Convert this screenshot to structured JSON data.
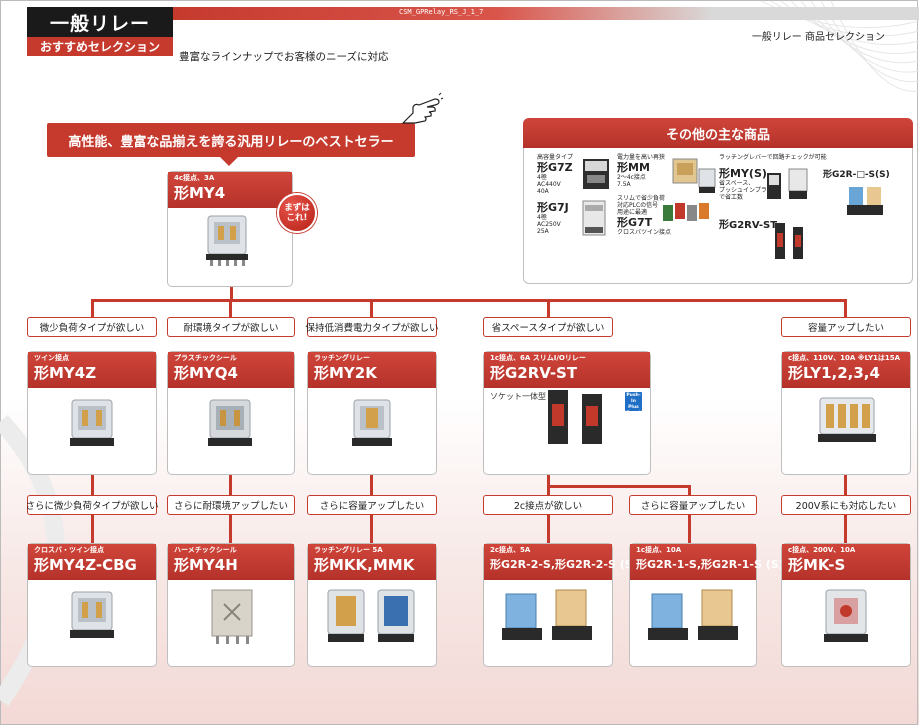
{
  "header": {
    "title": "一般リレー",
    "subtitle": "おすすめセレクション",
    "doc_code": "CSM_GPRelay_RS_J_1_7",
    "tagline": "一般リレー 商品セレクション",
    "lead": "豊富なラインナップでお客様のニーズに対応"
  },
  "headline": "高性能、豊富な品揃えを誇る汎用リレーのベストセラー",
  "main_product": {
    "caption": "4c接点、3A",
    "name": "形MY4",
    "badge_line1": "まずは",
    "badge_line2": "これ!"
  },
  "other_products": {
    "title": "その他の主な商品",
    "items": [
      {
        "caption": "高容量タイプ",
        "name": "形G7Z",
        "specs": [
          "4極",
          "AC440V",
          "40A"
        ]
      },
      {
        "caption": "",
        "name": "形G7J",
        "specs": [
          "4極",
          "AC250V",
          "25A"
        ]
      },
      {
        "caption": "電力量を高い再狭",
        "name": "形MM",
        "specs": [
          "2～4c接点",
          "7.5A"
        ]
      },
      {
        "caption": "スリムで省少負荷",
        "name": "形G7T",
        "specs": [
          "対応PLCの信号",
          "用途に最適",
          "クロスバツイン接点"
        ]
      },
      {
        "caption": "ラッチングレバーで回路チェックが可能",
        "name": "形MY(S)",
        "specs": [
          "省スペース、",
          "プッシュインプラス",
          "で省工数"
        ]
      },
      {
        "caption": "",
        "name": "形G2R-□-S(S)",
        "specs": []
      },
      {
        "caption": "",
        "name": "形G2RV-ST",
        "specs": []
      }
    ]
  },
  "needs": [
    {
      "label": "微少負荷タイプが欲しい"
    },
    {
      "label": "耐環境タイプが欲しい"
    },
    {
      "label": "保持低消費電力タイプが欲しい"
    },
    {
      "label": "省スペースタイプが欲しい"
    },
    {
      "label": "容量アップしたい"
    }
  ],
  "tier2": [
    {
      "caption": "ツイン接点",
      "name": "形MY4Z"
    },
    {
      "caption": "プラスチックシール",
      "name": "形MYQ4"
    },
    {
      "caption": "ラッチングリレー",
      "name": "形MY2K"
    },
    {
      "caption": "1c接点、6A スリムI/Oリレー",
      "name": "形G2RV-ST",
      "note": "ソケット一体型",
      "panel_tag": "Push-In Plus Panel"
    },
    {
      "caption": "c接点、110V、10A ※LY1は15A",
      "name": "形LY1,2,3,4"
    }
  ],
  "needs2": [
    {
      "label": "さらに微少負荷タイプが欲しい"
    },
    {
      "label": "さらに耐環境アップしたい"
    },
    {
      "label": "さらに容量アップしたい"
    },
    {
      "label": "2c接点が欲しい"
    },
    {
      "label": "さらに容量アップしたい"
    },
    {
      "label": "200V系にも対応したい"
    }
  ],
  "tier3": [
    {
      "caption": "クロスバ・ツイン接点",
      "name": "形MY4Z-CBG"
    },
    {
      "caption": "ハーメチックシール",
      "name": "形MY4H"
    },
    {
      "caption": "ラッチングリレー 5A",
      "name": "形MKK,MMK"
    },
    {
      "caption": "2c接点、5A",
      "name": "形G2R-2-S,形G2R-2-S (S)"
    },
    {
      "caption": "1c接点、10A",
      "name": "形G2R-1-S,形G2R-1-S (S)"
    },
    {
      "caption": "c接点、200V、10A",
      "name": "形MK-S"
    }
  ],
  "colors": {
    "accent": "#c63a2e",
    "dark": "#1a1a1a"
  }
}
